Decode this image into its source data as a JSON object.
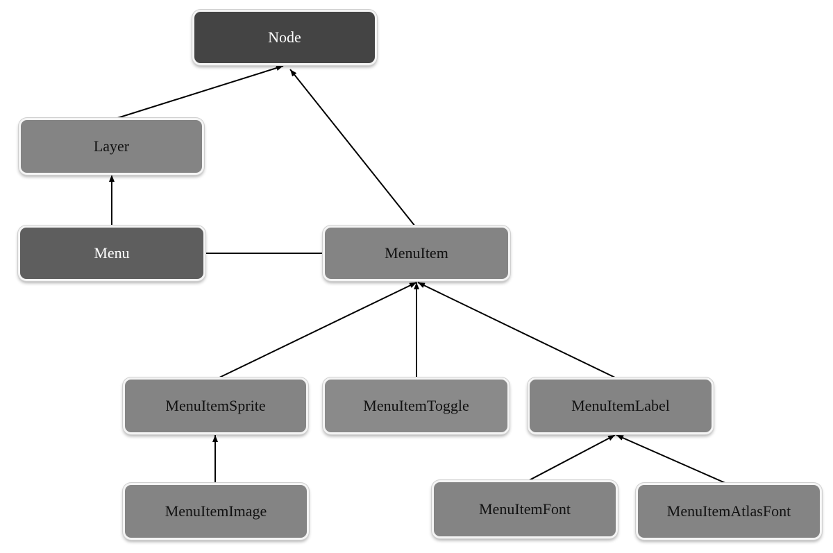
{
  "diagram": {
    "nodes": {
      "node": "Node",
      "layer": "Layer",
      "menu": "Menu",
      "menuitem": "MenuItem",
      "menuitem_sprite": "MenuItemSprite",
      "menuitem_toggle": "MenuItemToggle",
      "menuitem_label": "MenuItemLabel",
      "menuitem_image": "MenuItemImage",
      "menuitem_font": "MenuItemFont",
      "menuitem_atlas_font": "MenuItemAtlasFont"
    },
    "edges": [
      {
        "from": "layer",
        "to": "node",
        "arrow": true
      },
      {
        "from": "menuitem",
        "to": "node",
        "arrow": true
      },
      {
        "from": "menu",
        "to": "layer",
        "arrow": true
      },
      {
        "from": "menu",
        "to": "menuitem",
        "arrow": false
      },
      {
        "from": "menuitem_sprite",
        "to": "menuitem",
        "arrow": true
      },
      {
        "from": "menuitem_toggle",
        "to": "menuitem",
        "arrow": true
      },
      {
        "from": "menuitem_label",
        "to": "menuitem",
        "arrow": true
      },
      {
        "from": "menuitem_image",
        "to": "menuitem_sprite",
        "arrow": true
      },
      {
        "from": "menuitem_font",
        "to": "menuitem_label",
        "arrow": true
      },
      {
        "from": "menuitem_atlas_font",
        "to": "menuitem_label",
        "arrow": true
      }
    ],
    "colors": {
      "node_dark": "#444444",
      "node_darker": "#5e5e5e",
      "node_mid": "#848484",
      "line": "#000000",
      "background": "#ffffff"
    }
  }
}
